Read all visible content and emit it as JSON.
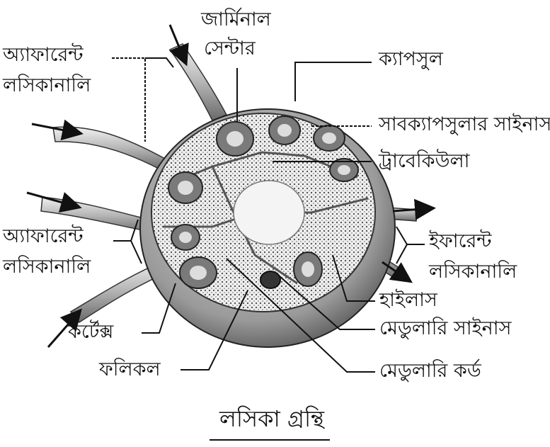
{
  "labels": {
    "germinal_center_line1": "জার্মিনাল",
    "germinal_center_line2": "সেন্টার",
    "afferent_top_line1": "অ্যাফারেন্ট",
    "afferent_top_line2": "লসিকানালি",
    "capsule": "ক্যাপসুল",
    "subcapsular_sinus": "সাবক্যাপসুলার সাইনাস",
    "trabecula": "ট্রাবেকিউলা",
    "afferent_bottom_line1": "অ্যাফারেন্ট",
    "afferent_bottom_line2": "লসিকানালি",
    "efferent_line1": "ইফারেন্ট",
    "efferent_line2": "লসিকানালি",
    "hilus": "হাইলাস",
    "cortex": "কর্টেক্স",
    "medullary_sinus": "মেডুলারি সাইনাস",
    "follicle": "ফলিকল",
    "medullary_cord": "মেডুলারি কর্ড"
  },
  "caption": "লসিকা গ্রন্থি"
}
